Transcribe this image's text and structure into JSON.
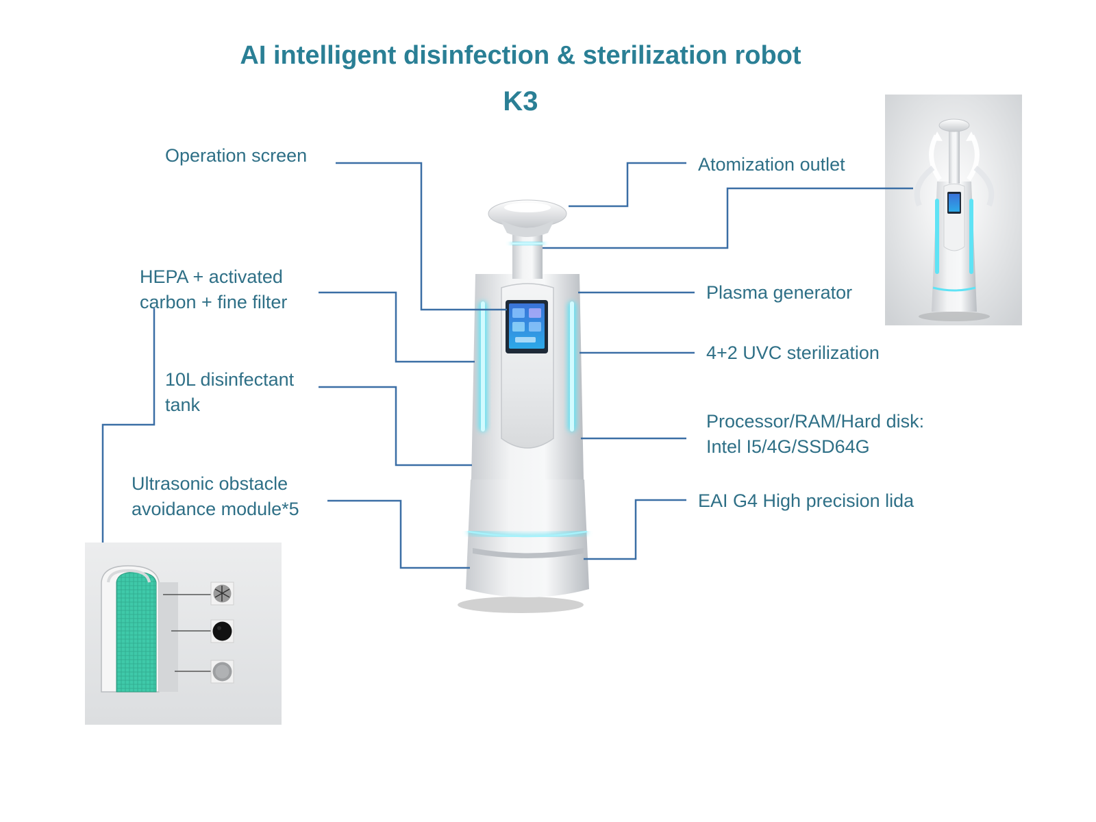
{
  "title": "AI intelligent disinfection & sterilization robot",
  "model": "K3",
  "labels": {
    "operation_screen": [
      "Operation screen"
    ],
    "hepa_filter": [
      "HEPA + activated",
      "carbon + fine filter"
    ],
    "disinfectant_tank": [
      "10L disinfectant",
      "tank"
    ],
    "ultrasonic": [
      "Ultrasonic obstacle",
      "avoidance module*5"
    ],
    "atomization_outlet": [
      "Atomization  outlet"
    ],
    "plasma_generator": [
      "Plasma generator"
    ],
    "uvc": [
      "4+2 UVC sterilization"
    ],
    "processor": [
      "Processor/RAM/Hard disk:",
      "Intel I5/4G/SSD64G"
    ],
    "lidar": [
      "EAI G4 High precision lida"
    ]
  },
  "colors": {
    "title": "#2a7f95",
    "label": "#2e6f86",
    "leader_line": "#3a6ea5",
    "uv_glow": "#5fe3f5",
    "robot_body": "#ebedef",
    "filter_media": "#3fc9a9"
  }
}
